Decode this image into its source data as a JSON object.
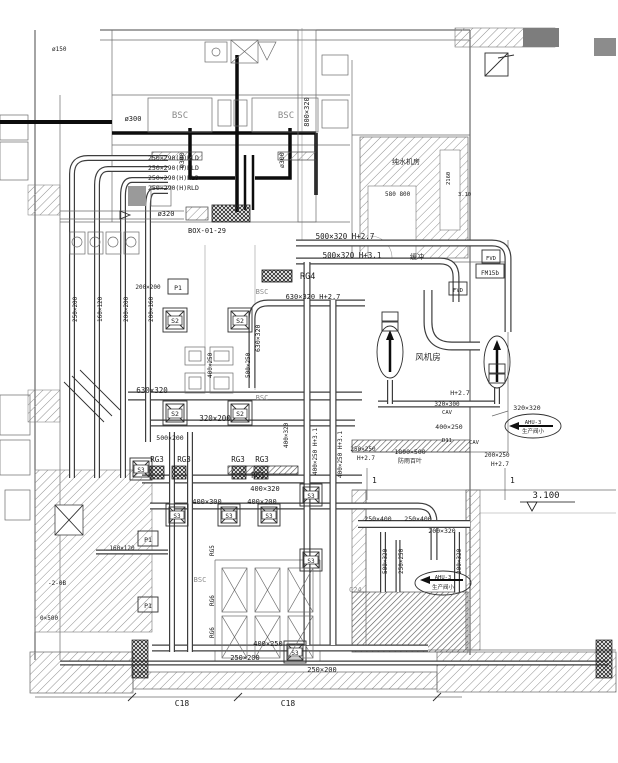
{
  "drawing": {
    "type": "HVAC duct layout plan",
    "rooms": {
      "fan_room": "风机房",
      "pure_water_room": "纯水机房",
      "buffer": "缓冲",
      "louver_note": "防雨百叶"
    },
    "level_marker": "3.100",
    "grid": {
      "c18": "C18",
      "c24": "C24",
      "axis1": "1"
    },
    "equipment": {
      "bsc": "BSC",
      "box_tag": "BOX-01-29",
      "fm_tag": "FM15b",
      "fvd": "FVD",
      "cav": "CAV",
      "d11": "D11",
      "ahu": "AHU-3",
      "ahu_sub": "生产阀小",
      "p1": "P1",
      "s2": "S2",
      "s3": "S3",
      "rg1": "RG1",
      "rg3": "RG3",
      "rg4": "RG4",
      "rg5": "RG5",
      "rg6": "RG6"
    },
    "ducts": {
      "d800_320": "800×320",
      "phi300": "ø300",
      "phi320": "ø320",
      "phi150": "ø150",
      "rld1": "250×290(H)RLD",
      "rld2": "250×290(H)RLD",
      "rld3": "250×290(H)RLD",
      "rld4": "250×290(H)RLD",
      "s500_320_h27": "500×320 H+2.7",
      "s500_320_h31": "500×320 H+3.1",
      "s630_320_h27": "630×320 H+2.7",
      "s630_320": "630×320",
      "s630_320v": "630×320",
      "s500_250": "500×250",
      "s400_250v": "400×250",
      "s320_200": "320×200",
      "s500_200": "500×200",
      "s400_320": "400×320",
      "s400_320v": "400×320",
      "s400_250_h31": "400×250 H+3.1",
      "s400_300": "400×300",
      "s400_200": "400×200",
      "s400_250": "400×250",
      "s250_200": "250×200",
      "s160_120": "160×120",
      "s200_200": "200×200",
      "s200_160": "200×160",
      "s250_400": "250×400",
      "s200_320": "200×320",
      "s500_320v": "500×320",
      "s250_250": "250×250",
      "s200_250": "200×250",
      "s320_320": "320×320",
      "s320_300": "320×300",
      "s1800_500": "1800×500",
      "h27": "H+2.7",
      "dim580_800": "580 800",
      "dim2160": "2160",
      "dim310": "3.10",
      "ref_2qb": "-2-0B",
      "ref_0x500": "0×500"
    }
  }
}
